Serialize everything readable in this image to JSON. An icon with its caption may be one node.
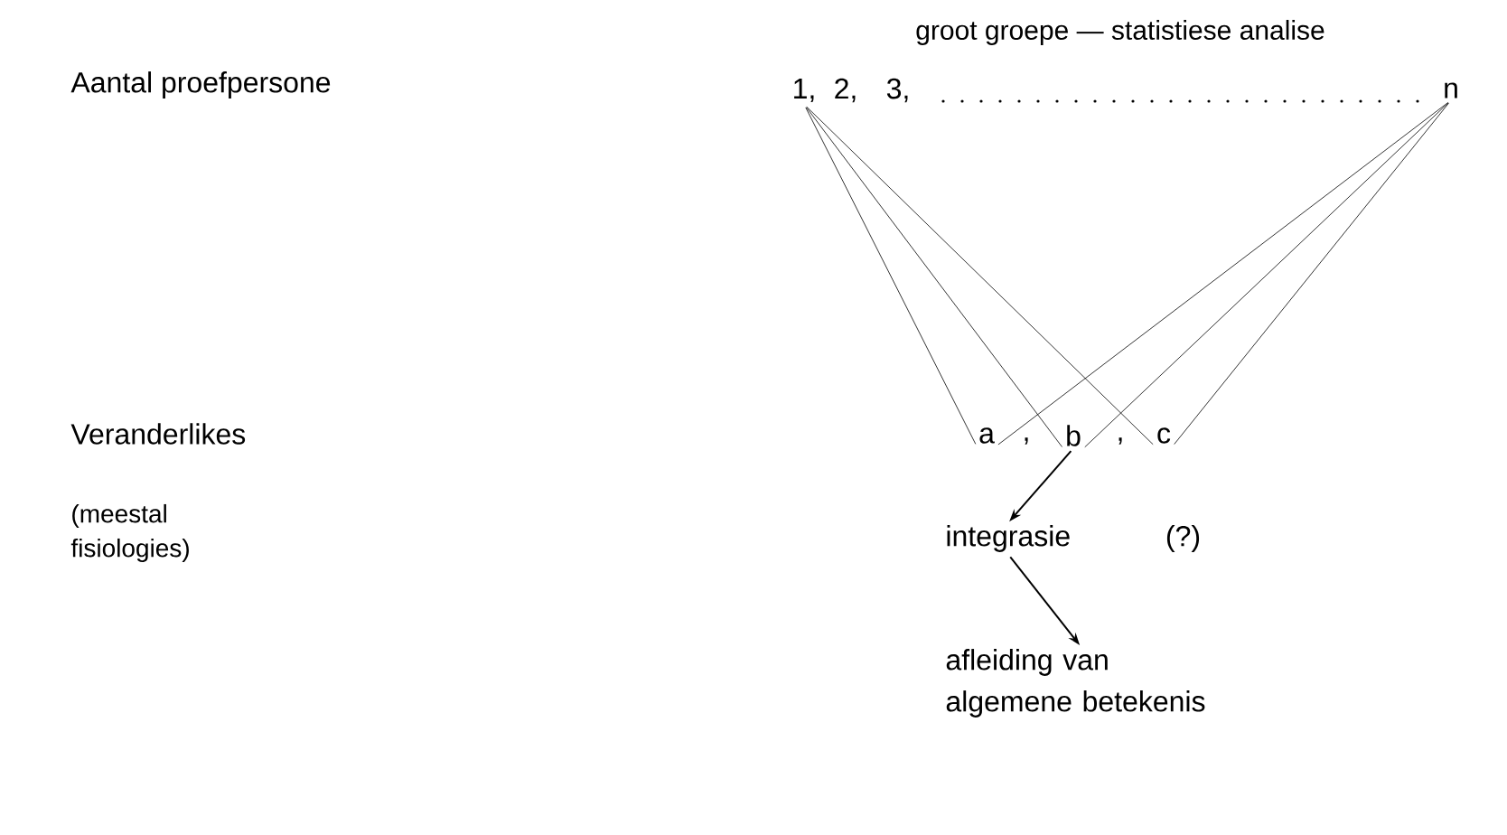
{
  "diagram": {
    "title": "groot groepe — statistiese analise",
    "nodes": [
      {
        "text": [
          "1,"
        ]
      },
      {
        "text": [
          "2,"
        ]
      },
      {
        "text": [
          "3,"
        ]
      },
      {
        "text": [
          "n"
        ]
      },
      {
        "text": [
          "a"
        ]
      },
      {
        "text": [
          "b"
        ]
      },
      {
        "text": [
          "c"
        ]
      },
      {
        "text": [
          "integrasie"
        ],
        "beside": [
          "(?)"
        ]
      },
      {
        "text": [
          "afleiding van algemene betekenis"
        ]
      }
    ],
    "edges": [
      {
        "from": 0,
        "to": 4,
        "arrow": "none"
      },
      {
        "from": 0,
        "to": 5,
        "arrow": "none"
      },
      {
        "from": 0,
        "to": 6,
        "arrow": "none"
      },
      {
        "from": 3,
        "to": 4,
        "arrow": "none"
      },
      {
        "from": 3,
        "to": 5,
        "arrow": "none"
      },
      {
        "from": 3,
        "to": 6,
        "arrow": "none"
      },
      {
        "from": 5,
        "to": 7,
        "arrow": "to"
      },
      {
        "from": 7,
        "to": 8,
        "arrow": "to"
      }
    ],
    "labels": [
      "Aantal proefpersone",
      "Veranderlikes",
      "(meestal fisiologies)",
      ",",
      ","
    ]
  }
}
